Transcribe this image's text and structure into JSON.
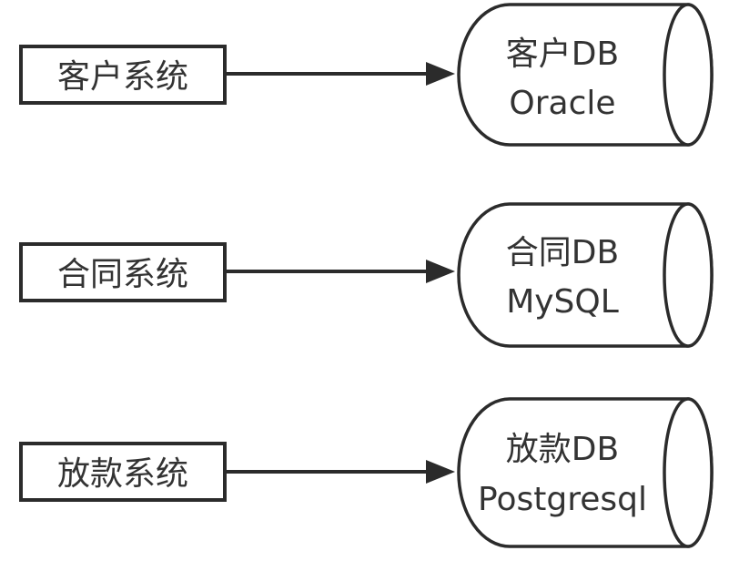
{
  "diagram": {
    "rows": [
      {
        "system": {
          "label": "客户系统"
        },
        "database": {
          "name": "客户DB",
          "engine": "Oracle"
        }
      },
      {
        "system": {
          "label": "合同系统"
        },
        "database": {
          "name": "合同DB",
          "engine": "MySQL"
        }
      },
      {
        "system": {
          "label": "放款系统"
        },
        "database": {
          "name": "放款DB",
          "engine": "Postgresql"
        }
      }
    ],
    "colors": {
      "stroke": "#2b2b2b",
      "text": "#333333",
      "background": "#ffffff"
    }
  }
}
